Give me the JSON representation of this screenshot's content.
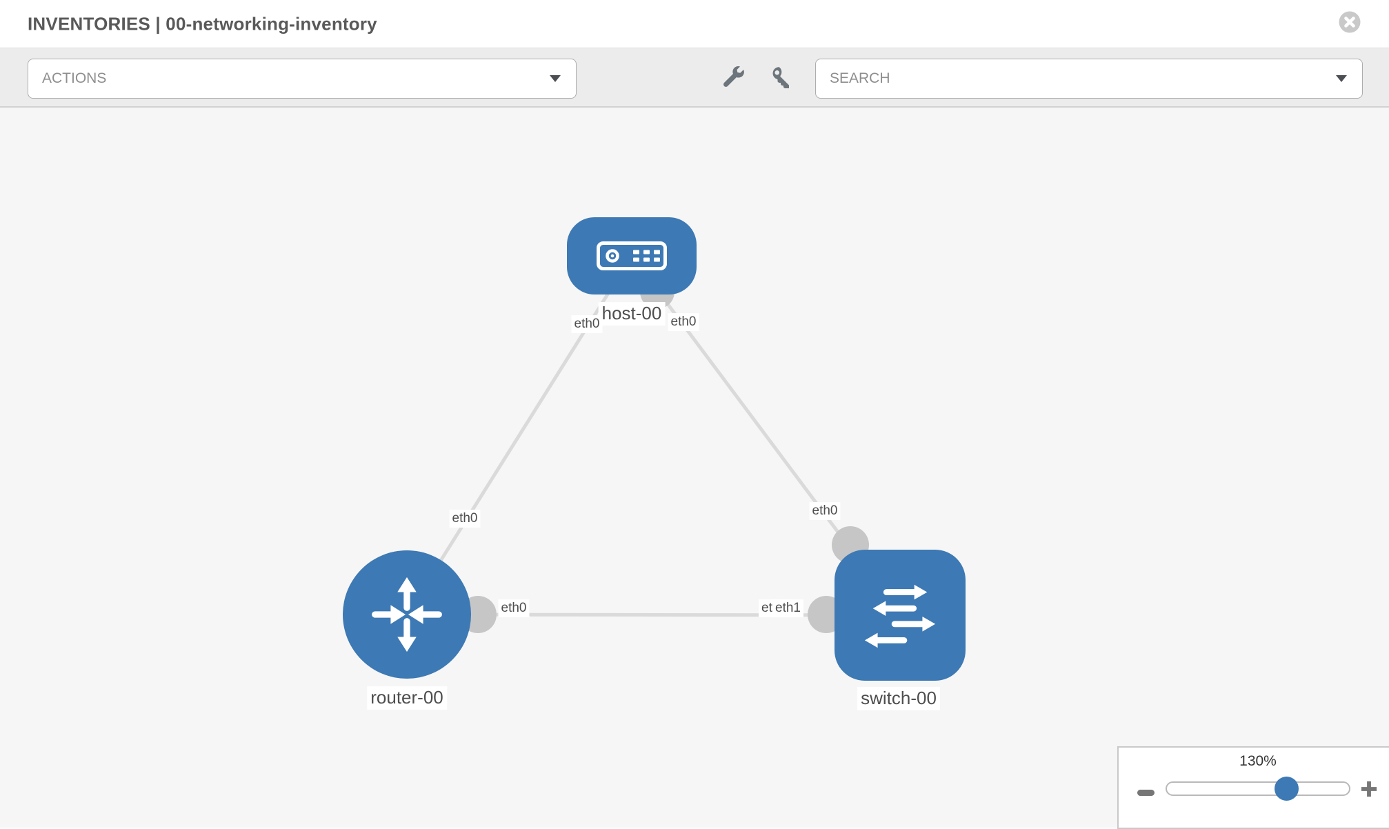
{
  "header": {
    "title": "INVENTORIES | 00-networking-inventory"
  },
  "toolbar": {
    "actions_label": "ACTIONS",
    "search_label": "SEARCH"
  },
  "topology": {
    "nodes": [
      {
        "id": "host-00",
        "type": "host",
        "label": "host-00"
      },
      {
        "id": "router-00",
        "type": "router",
        "label": "router-00"
      },
      {
        "id": "switch-00",
        "type": "switch",
        "label": "switch-00"
      }
    ],
    "links": [
      {
        "source": "host-00",
        "source_interface": "eth0",
        "target": "router-00",
        "target_interface": "eth0"
      },
      {
        "source": "host-00",
        "source_interface": "eth0",
        "target": "switch-00",
        "target_interface": "eth0"
      },
      {
        "source": "router-00",
        "source_interface": "eth0",
        "target": "switch-00",
        "target_interface": "eth1"
      }
    ],
    "overlapping_label_under": "eth0"
  },
  "zoom_control": {
    "level": "130%"
  },
  "colors": {
    "node_blue": "#3d79b4",
    "link_gray": "#dadada",
    "port_gray": "#c6c6c6",
    "toolbar_gray": "#ececec"
  }
}
